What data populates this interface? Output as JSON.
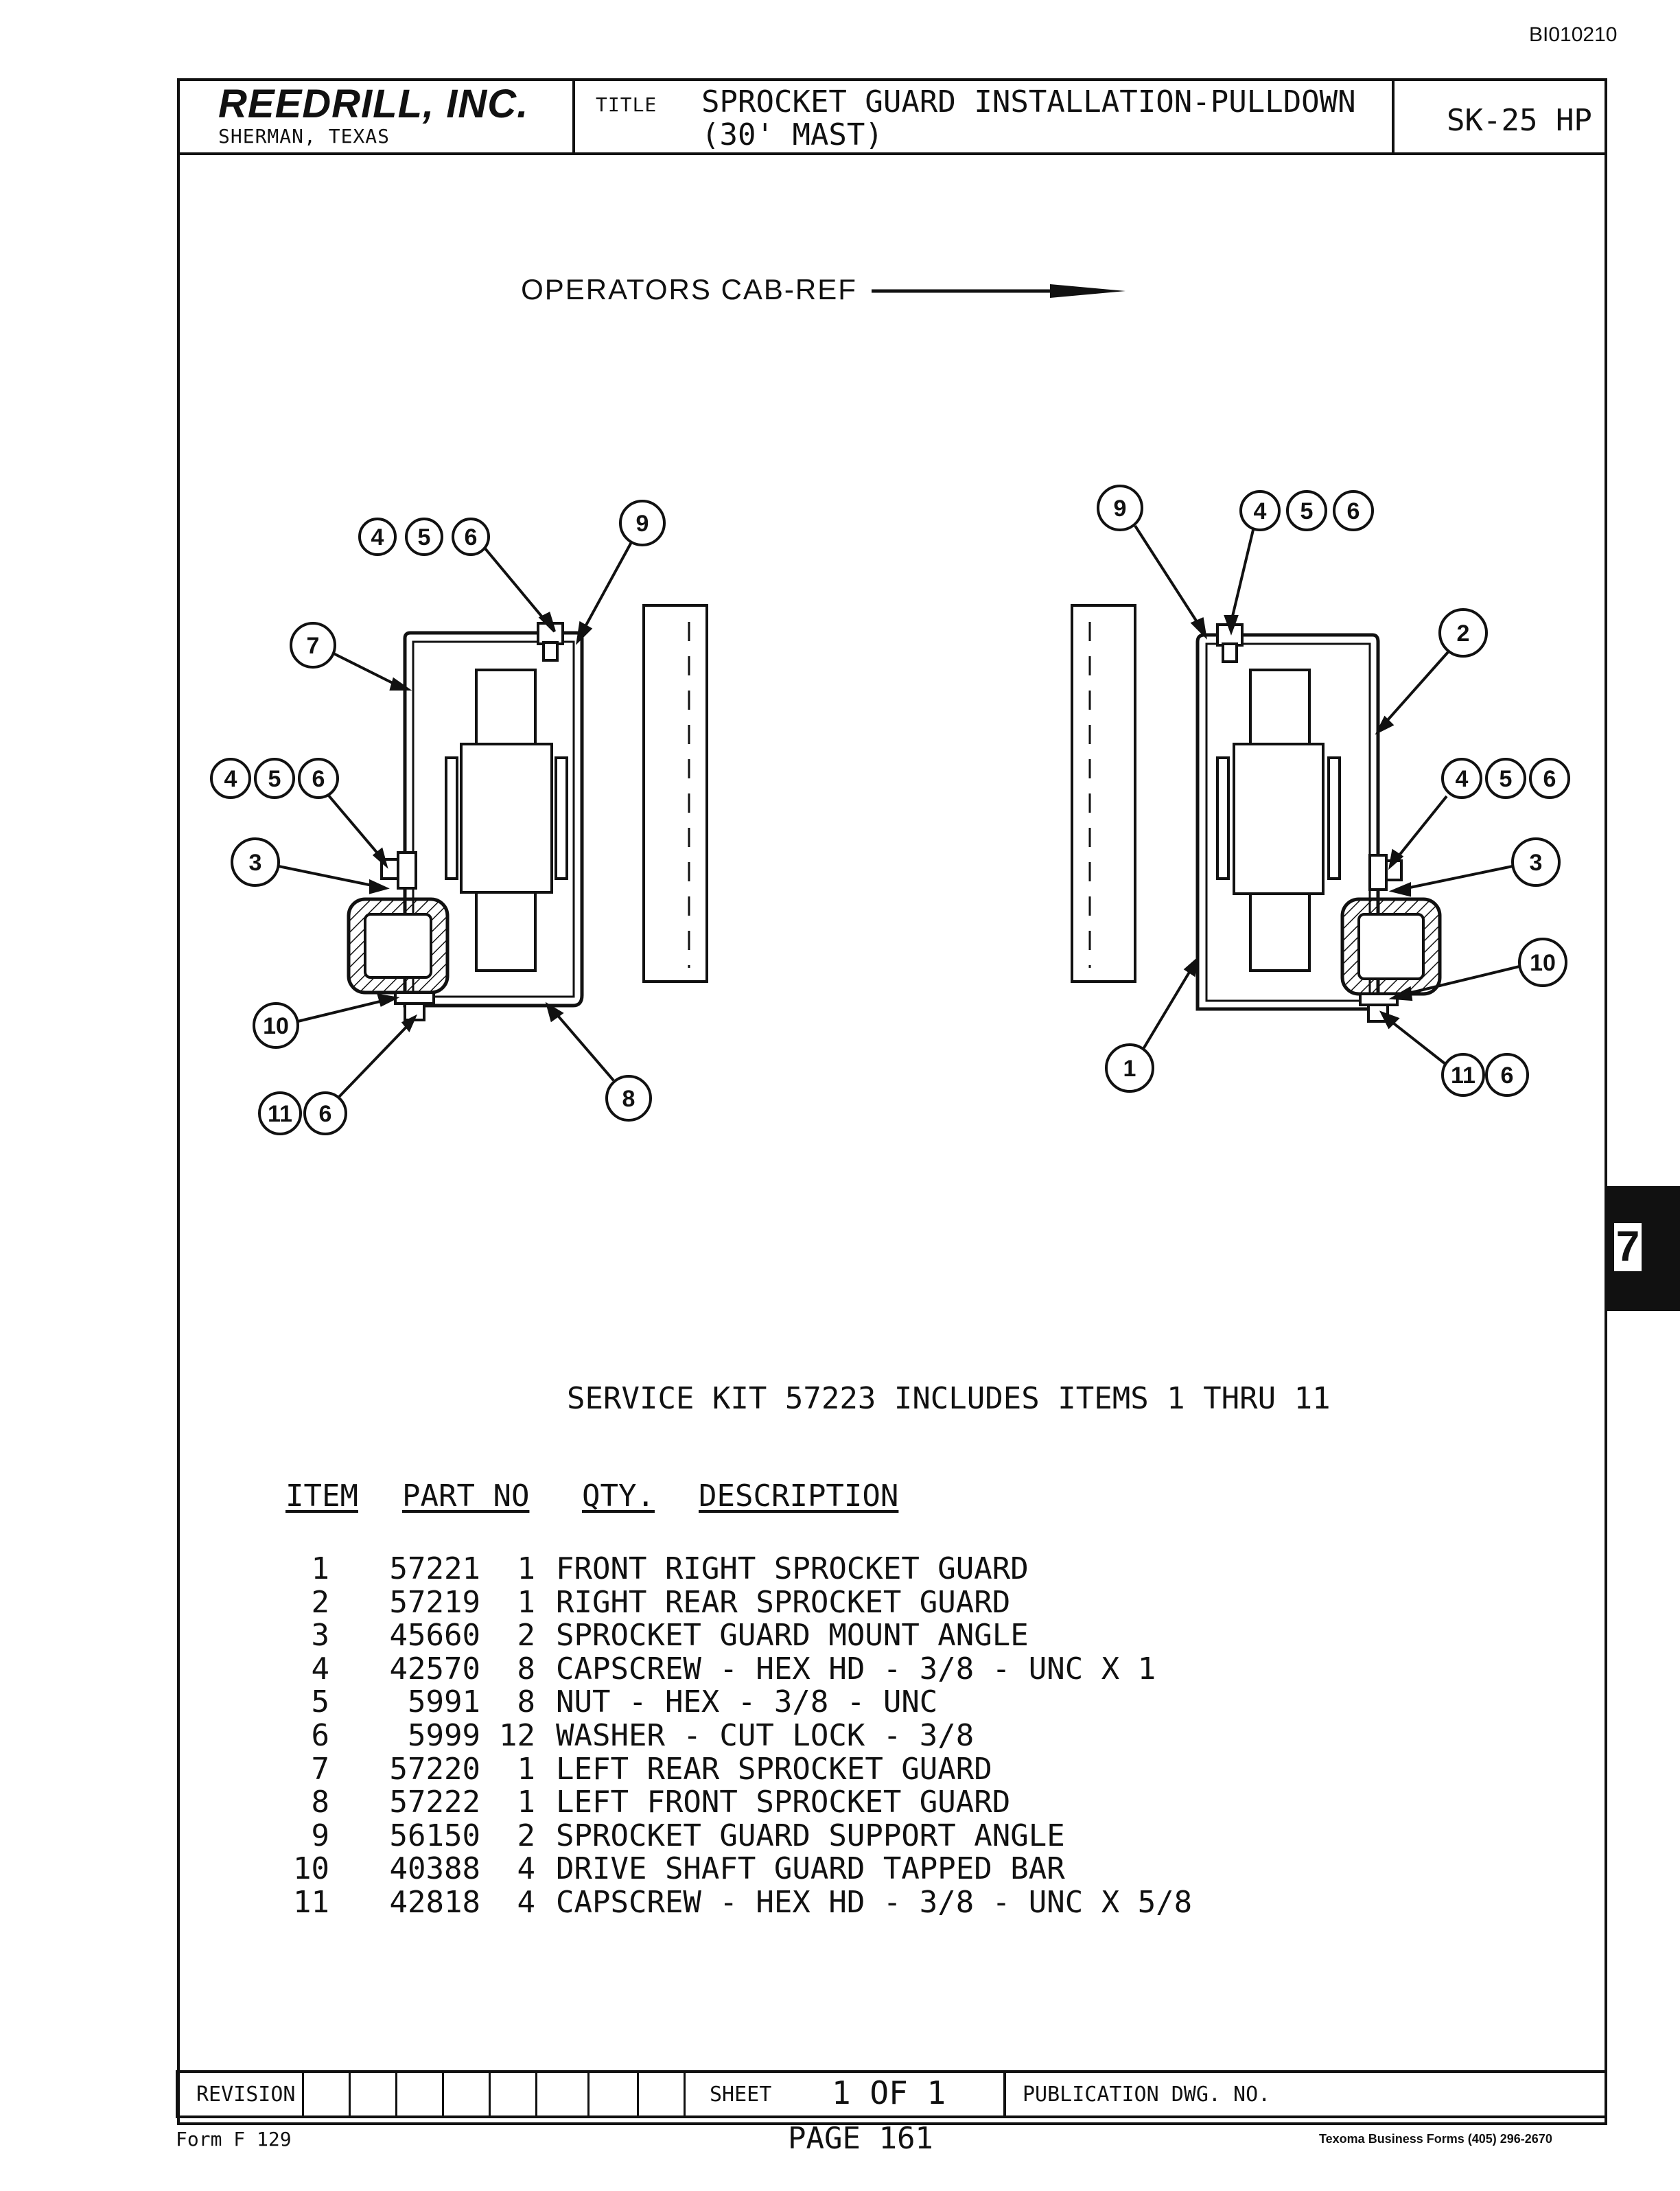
{
  "doc_id": "BI010210",
  "header": {
    "company": "REEDRILL, INC.",
    "location": "SHERMAN, TEXAS",
    "title_label": "TITLE",
    "title_line1": "SPROCKET GUARD INSTALLATION-PULLDOWN",
    "title_line2": "(30' MAST)",
    "model": "SK-25 HP"
  },
  "drawing": {
    "reference_note": "OPERATORS CAB-REF",
    "left_callouts": {
      "c456_top": "456",
      "c9": "9",
      "c7": "7",
      "c456_mid": "456",
      "c3": "3",
      "c10": "10",
      "c11_6": "116",
      "c8": "8"
    },
    "right_callouts": {
      "c9": "9",
      "c456_top": "456",
      "c2": "2",
      "c456_mid": "456",
      "c3": "3",
      "c10": "10",
      "c1": "1",
      "c11_6": "116"
    }
  },
  "service_kit": "SERVICE KIT 57223 INCLUDES ITEMS 1 THRU 11",
  "parts_table": {
    "headers": [
      "ITEM",
      "PART NO",
      "QTY.",
      "DESCRIPTION"
    ],
    "rows": [
      {
        "item": "1",
        "part_no": "57221",
        "qty": "1",
        "description": "FRONT RIGHT SPROCKET GUARD"
      },
      {
        "item": "2",
        "part_no": "57219",
        "qty": "1",
        "description": "RIGHT REAR SPROCKET GUARD"
      },
      {
        "item": "3",
        "part_no": "45660",
        "qty": "2",
        "description": "SPROCKET GUARD MOUNT ANGLE"
      },
      {
        "item": "4",
        "part_no": "42570",
        "qty": "8",
        "description": "CAPSCREW - HEX HD - 3/8 - UNC X 1"
      },
      {
        "item": "5",
        "part_no": "5991",
        "qty": "8",
        "description": "NUT - HEX - 3/8 - UNC"
      },
      {
        "item": "6",
        "part_no": "5999",
        "qty": "12",
        "description": "WASHER - CUT LOCK - 3/8"
      },
      {
        "item": "7",
        "part_no": "57220",
        "qty": "1",
        "description": "LEFT REAR SPROCKET GUARD"
      },
      {
        "item": "8",
        "part_no": "57222",
        "qty": "1",
        "description": "LEFT FRONT SPROCKET GUARD"
      },
      {
        "item": "9",
        "part_no": "56150",
        "qty": "2",
        "description": "SPROCKET GUARD SUPPORT ANGLE"
      },
      {
        "item": "10",
        "part_no": "40388",
        "qty": "4",
        "description": "DRIVE SHAFT GUARD TAPPED BAR"
      },
      {
        "item": "11",
        "part_no": "42818",
        "qty": "4",
        "description": "CAPSCREW - HEX HD - 3/8 - UNC X 5/8"
      }
    ]
  },
  "footer": {
    "revision_label": "REVISION",
    "sheet_label": "SHEET",
    "sheet_value": "1 OF 1",
    "publication_label": "PUBLICATION DWG. NO.",
    "form": "Form F 129",
    "page": "PAGE 161",
    "printer": "Texoma Business Forms (405) 296-2670"
  },
  "tab": "7"
}
